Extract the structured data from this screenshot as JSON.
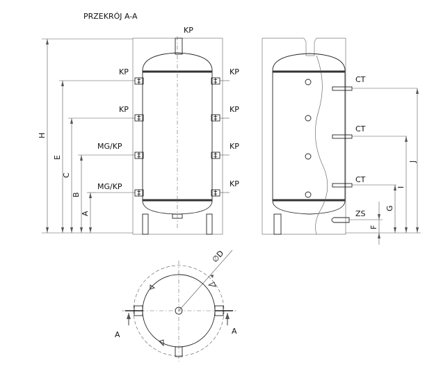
{
  "title": "PRZEKRÓJ A-A",
  "labels": {
    "kp_top": "KP",
    "left_ports": [
      "KP",
      "KP",
      "MG/KP",
      "MG/KP"
    ],
    "right_ports": [
      "KP",
      "KP",
      "KP",
      "KP"
    ],
    "ct_ports": [
      "CT",
      "CT",
      "CT"
    ],
    "zs": "ZS",
    "dims_left": [
      "H",
      "E",
      "C",
      "B",
      "A"
    ],
    "dims_right": [
      "J",
      "I",
      "G",
      "F"
    ],
    "diameter": "∅D",
    "section_left": "A",
    "section_right": "A"
  }
}
